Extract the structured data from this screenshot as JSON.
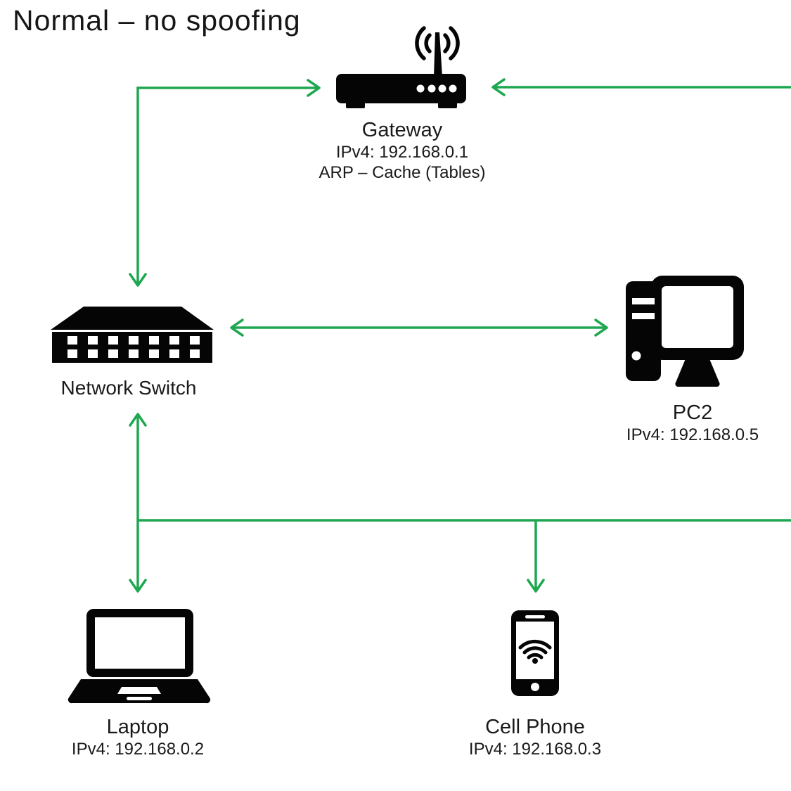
{
  "title": "Normal – no spoofing",
  "colors": {
    "arrow": "#1ea750",
    "icon": "#050505",
    "text": "#1a1a1a",
    "background": "#ffffff"
  },
  "nodes": {
    "gateway": {
      "icon": "router-icon",
      "label": "Gateway",
      "ipv4": "IPv4: 192.168.0.1",
      "note": "ARP – Cache (Tables)"
    },
    "switch": {
      "icon": "network-switch-icon",
      "label": "Network Switch"
    },
    "pc2": {
      "icon": "desktop-pc-icon",
      "label": "PC2",
      "ipv4": "IPv4: 192.168.0.5"
    },
    "laptop": {
      "icon": "laptop-icon",
      "label": "Laptop",
      "ipv4": "IPv4: 192.168.0.2"
    },
    "cellphone": {
      "icon": "smartphone-icon",
      "label": "Cell Phone",
      "ipv4": "IPv4: 192.168.0.3"
    }
  },
  "connections": [
    {
      "from": "network-switch",
      "to": "gateway",
      "shape": "elbow",
      "arrowheads": "both"
    },
    {
      "from": "offscreen-right",
      "to": "gateway",
      "shape": "straight",
      "arrowheads": "gateway-end"
    },
    {
      "from": "network-switch",
      "to": "pc2",
      "shape": "straight",
      "arrowheads": "both"
    },
    {
      "from": "network-switch",
      "to": "laptop",
      "shape": "straight",
      "arrowheads": "both"
    },
    {
      "from": "network-switch",
      "to": "offscreen-right",
      "shape": "bus-line",
      "arrowheads": "none"
    },
    {
      "from": "bus-line",
      "to": "cellphone",
      "shape": "straight",
      "arrowheads": "cellphone-end"
    }
  ]
}
